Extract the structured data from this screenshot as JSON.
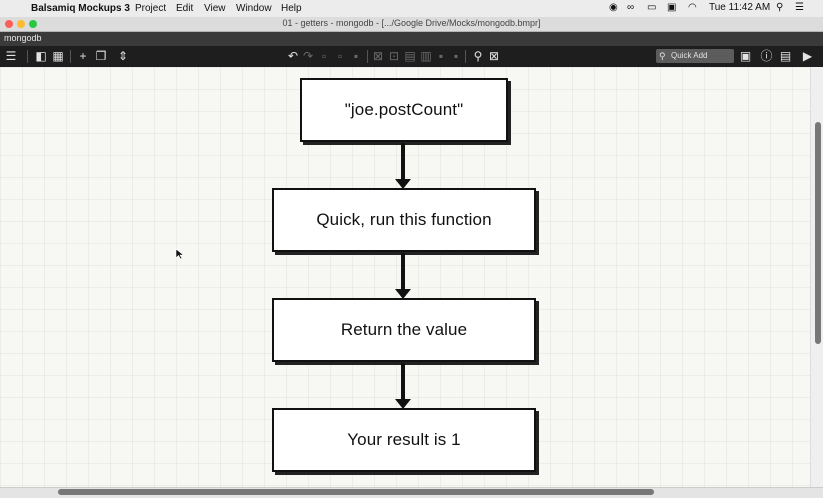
{
  "menubar": {
    "apple": "",
    "app_name": "Balsamiq Mockups 3",
    "menus": [
      "Project",
      "Edit",
      "View",
      "Window",
      "Help"
    ],
    "clock": "Tue 11:42 AM"
  },
  "window": {
    "title": "01 - getters - mongodb - [.../Google Drive/Mocks/mongodb.bmpr]"
  },
  "tab": {
    "label": "mongodb"
  },
  "toolbar": {
    "quick_add_placeholder": "Quick Add"
  },
  "flow": {
    "steps": [
      "\"joe.postCount\"",
      "Quick, run this function",
      "Return the value",
      "Your result is 1"
    ]
  },
  "colors": {
    "traffic_close": "#fc5f57",
    "traffic_min": "#fdbc2e",
    "traffic_max": "#28c840",
    "canvas": "#f7f7f4",
    "toolbar": "#1e1e1e"
  }
}
